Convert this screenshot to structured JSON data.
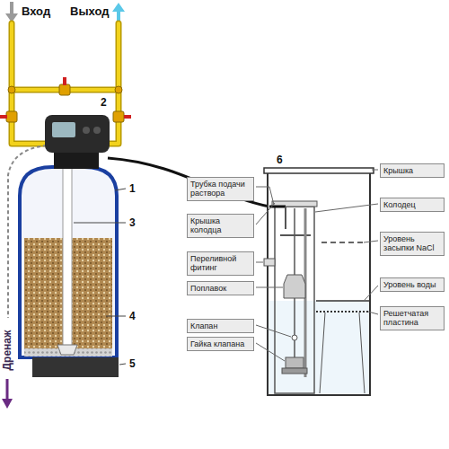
{
  "diagram": {
    "nodes": [
      {
        "text": [
          "Трубка подачи раствора"
        ]
      },
      {
        "text": [
          "Крышка колодца"
        ]
      },
      {
        "text": [
          "Переливной фитинг"
        ]
      },
      {
        "text": [
          "Поплавок"
        ]
      },
      {
        "text": [
          "Клапан"
        ]
      },
      {
        "text": [
          "Гайка клапана"
        ]
      },
      {
        "text": [
          "Крышка"
        ]
      },
      {
        "text": [
          "Колодец"
        ]
      },
      {
        "text": [
          "Уровень засыпки NaCl"
        ]
      },
      {
        "text": [
          "Уровень воды"
        ]
      },
      {
        "text": [
          "Решетчатая пластина"
        ]
      }
    ],
    "labels": [
      "Вход",
      "Выход",
      "2",
      "1",
      "3",
      "6",
      "4",
      "5",
      "Дренаж"
    ]
  }
}
